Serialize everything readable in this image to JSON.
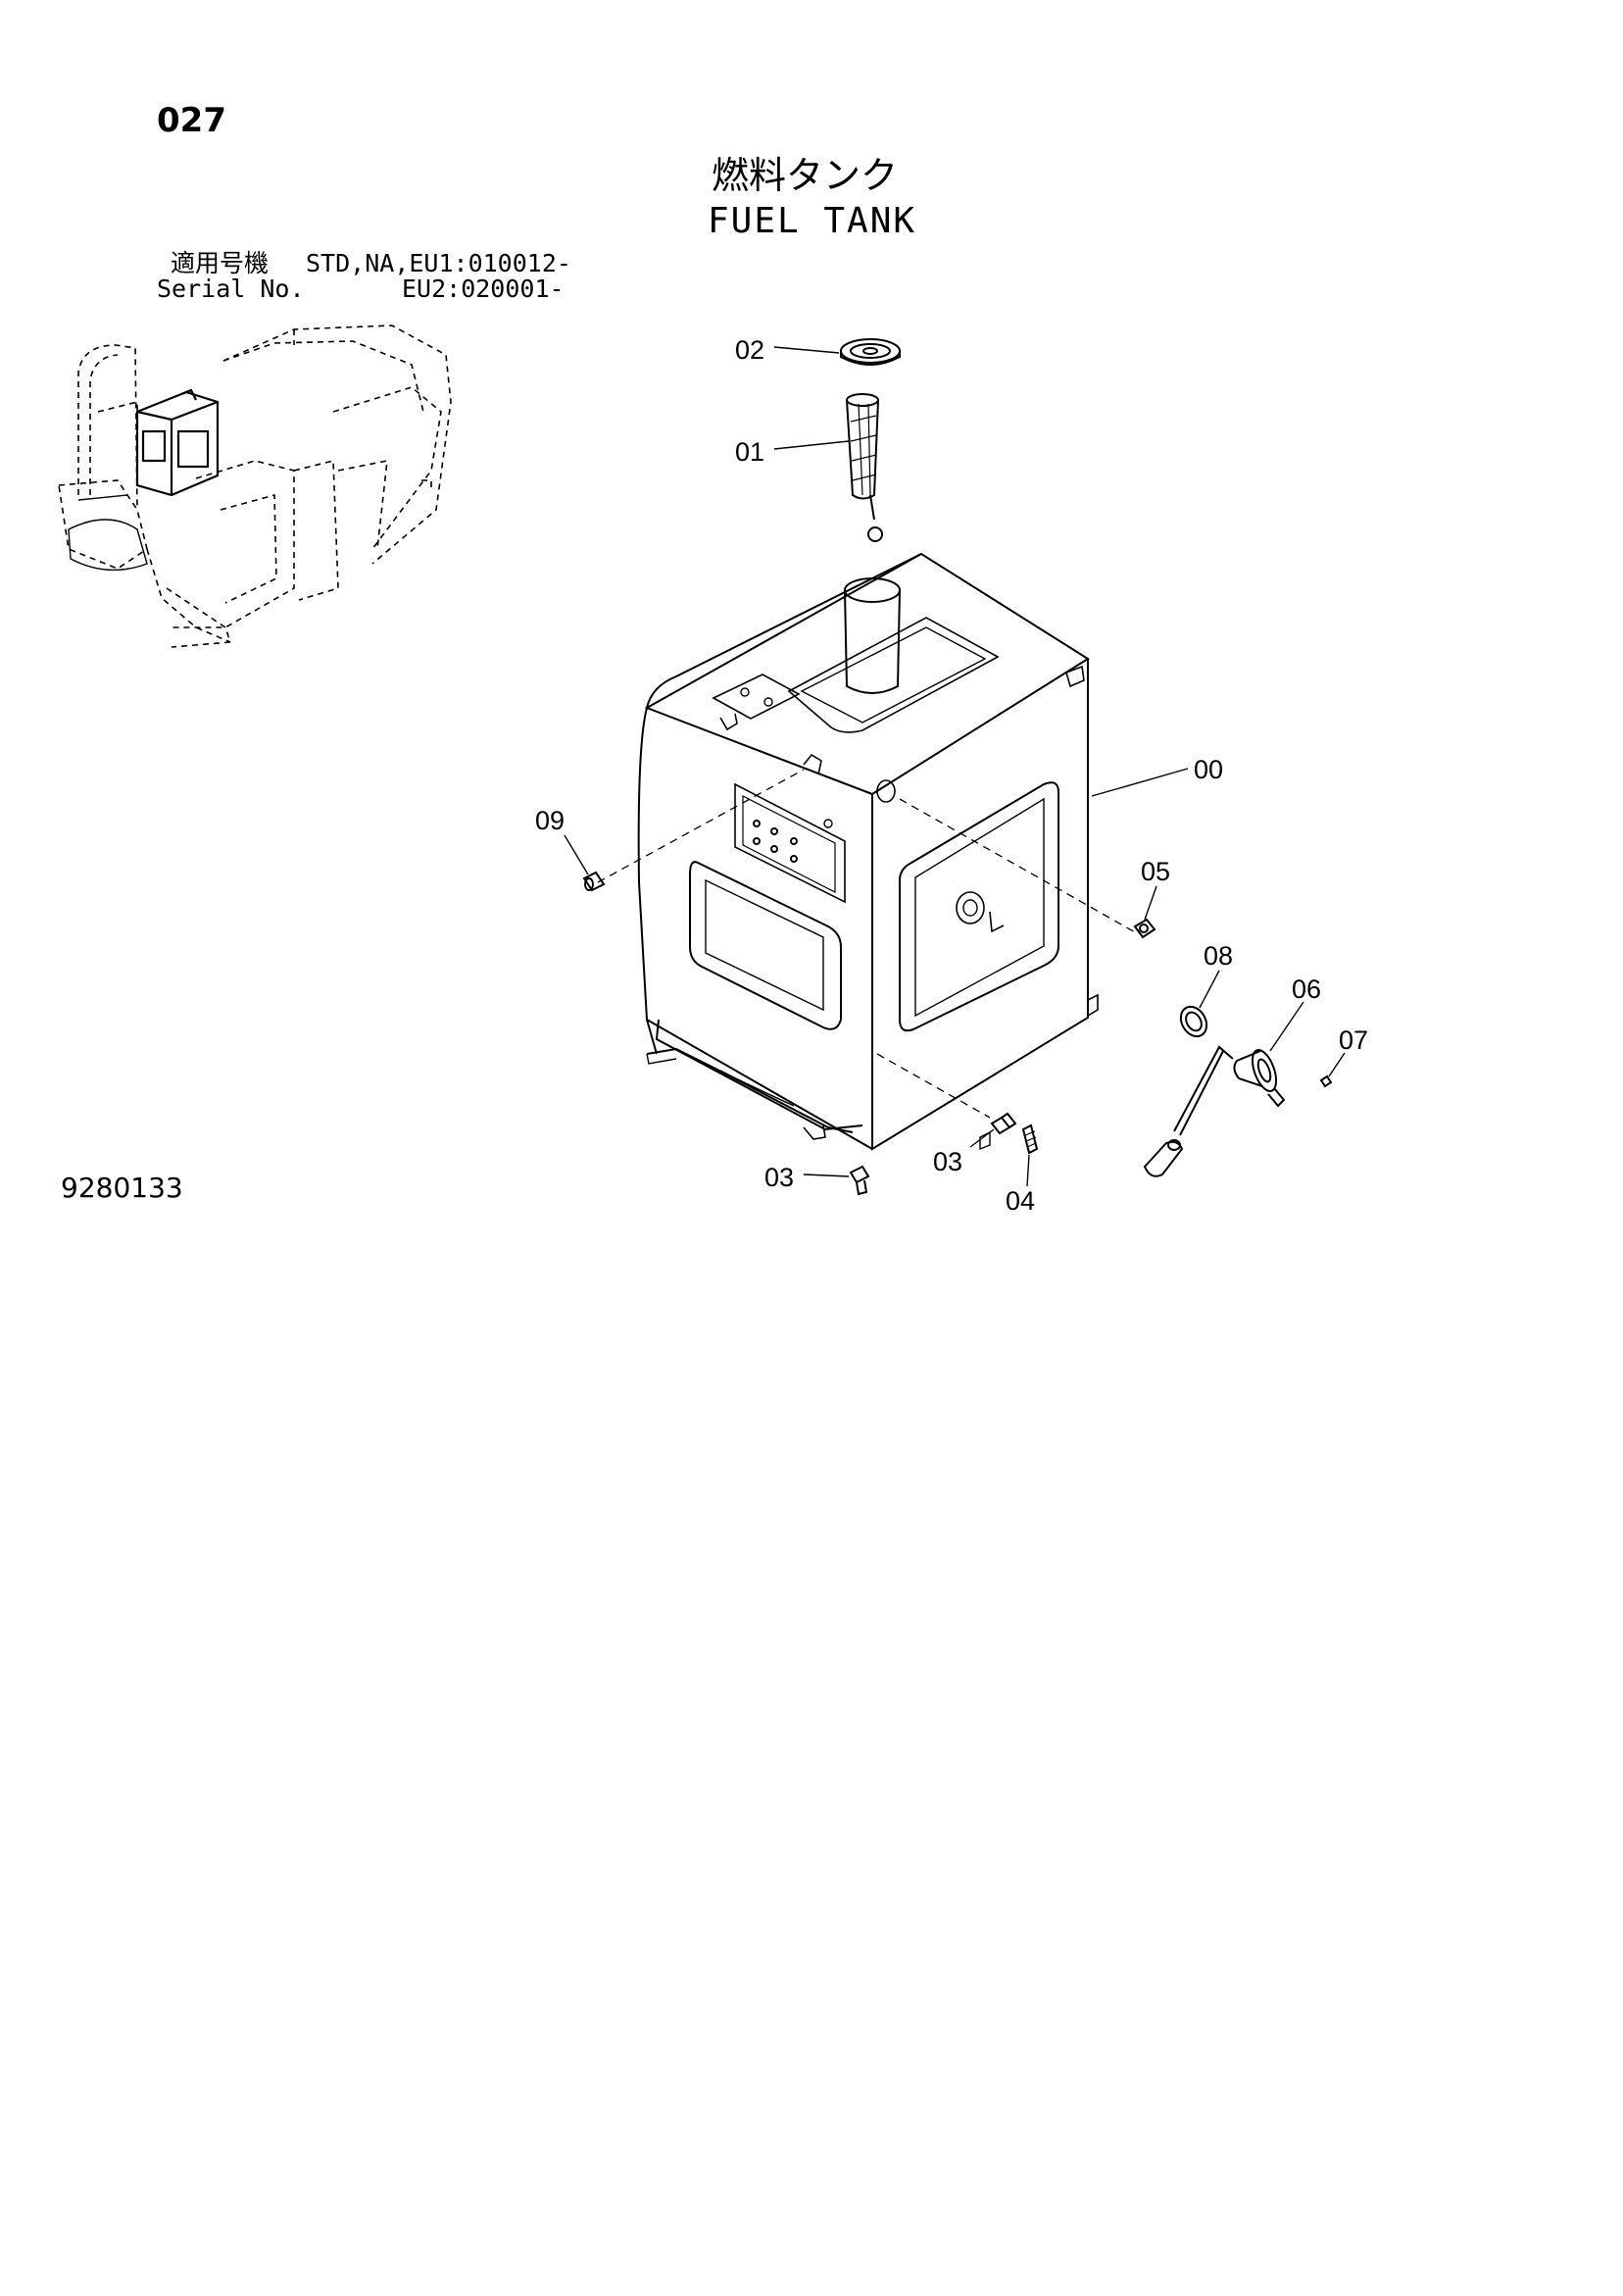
{
  "header": {
    "page_number": "027",
    "title_jp": "燃料タンク",
    "title_en": "FUEL TANK"
  },
  "applicability": {
    "label_jp": "適用号機",
    "label_en": "Serial No.",
    "serial_line_1": "STD,NA,EU1:010012-",
    "serial_line_2": "EU2:020001-"
  },
  "footer": {
    "drawing_number": "9280133"
  },
  "callouts": {
    "c00": "00",
    "c01": "01",
    "c02": "02",
    "c03a": "03",
    "c03b": "03",
    "c04": "04",
    "c05": "05",
    "c06": "06",
    "c07": "07",
    "c08": "08",
    "c09": "09"
  }
}
